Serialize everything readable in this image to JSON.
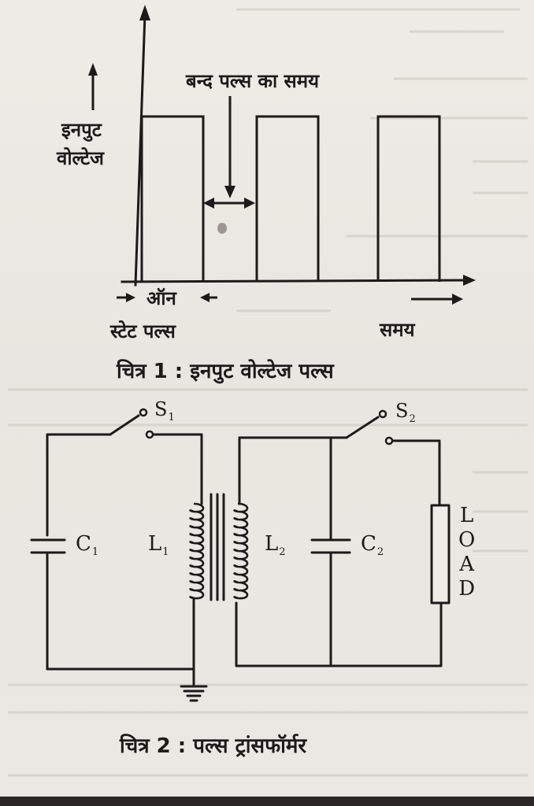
{
  "figure1": {
    "caption": "चित्र 1 : इनपुट वोल्टेज पल्स",
    "y_axis_label_line1": "इनपुट",
    "y_axis_label_line2": "वोल्टेज",
    "x_axis_label": "समय",
    "off_time_label": "बन्द पल्स का समय",
    "on_label_line1": "ऑन",
    "on_label_line2": "स्टेट पल्स",
    "pulse_count": 3
  },
  "figure2": {
    "caption": "चित्र 2 : पल्स ट्रांसफॉर्मर",
    "switch1": {
      "letter": "S",
      "sub": "1"
    },
    "switch2": {
      "letter": "S",
      "sub": "2"
    },
    "capacitor1": {
      "letter": "C",
      "sub": "1"
    },
    "capacitor2": {
      "letter": "C",
      "sub": "2"
    },
    "inductor1": {
      "letter": "L",
      "sub": "1"
    },
    "inductor2": {
      "letter": "L",
      "sub": "2"
    },
    "load_letters": [
      "L",
      "O",
      "A",
      "D"
    ]
  },
  "colors": {
    "ink": "#1c1a1a",
    "paper": "#ece8e3"
  }
}
